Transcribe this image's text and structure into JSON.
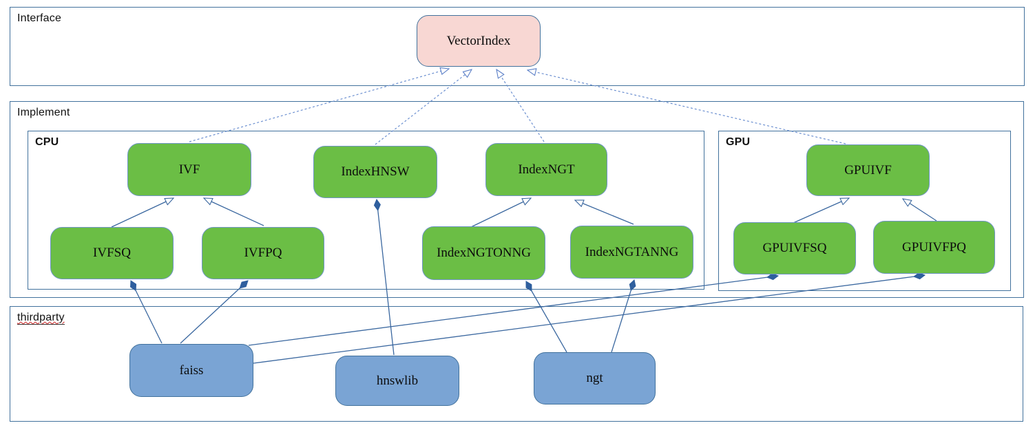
{
  "containers": [
    {
      "id": "interface",
      "label": "Interface"
    },
    {
      "id": "implement",
      "label": "Implement"
    },
    {
      "id": "cpu",
      "label": "CPU"
    },
    {
      "id": "gpu",
      "label": "GPU"
    },
    {
      "id": "thirdparty",
      "label": "thirdparty"
    }
  ],
  "nodes": [
    {
      "id": "vectorindex",
      "label": "VectorIndex",
      "kind": "interface",
      "container": "Interface"
    },
    {
      "id": "ivf",
      "label": "IVF",
      "kind": "implementation",
      "container": "CPU"
    },
    {
      "id": "indexhnsw",
      "label": "IndexHNSW",
      "kind": "implementation",
      "container": "CPU"
    },
    {
      "id": "indexngt",
      "label": "IndexNGT",
      "kind": "implementation",
      "container": "CPU"
    },
    {
      "id": "gpuivf",
      "label": "GPUIVF",
      "kind": "implementation",
      "container": "GPU"
    },
    {
      "id": "ivfsq",
      "label": "IVFSQ",
      "kind": "implementation",
      "container": "CPU"
    },
    {
      "id": "ivfpq",
      "label": "IVFPQ",
      "kind": "implementation",
      "container": "CPU"
    },
    {
      "id": "indexngtonng",
      "label": "IndexNGTONNG",
      "kind": "implementation",
      "container": "CPU"
    },
    {
      "id": "indexngtanng",
      "label": "IndexNGTANNG",
      "kind": "implementation",
      "container": "CPU"
    },
    {
      "id": "gpuivfsq",
      "label": "GPUIVFSQ",
      "kind": "implementation",
      "container": "GPU"
    },
    {
      "id": "gpuivfpq",
      "label": "GPUIVFPQ",
      "kind": "implementation",
      "container": "GPU"
    },
    {
      "id": "faiss",
      "label": "faiss",
      "kind": "library",
      "container": "thirdparty"
    },
    {
      "id": "hnswlib",
      "label": "hnswlib",
      "kind": "library",
      "container": "thirdparty"
    },
    {
      "id": "ngt",
      "label": "ngt",
      "kind": "library",
      "container": "thirdparty"
    }
  ],
  "edges": [
    {
      "from": "IVF",
      "to": "VectorIndex",
      "relation": "realization",
      "style": "dashed, hollow triangle arrowhead"
    },
    {
      "from": "IndexHNSW",
      "to": "VectorIndex",
      "relation": "realization",
      "style": "dashed, hollow triangle arrowhead"
    },
    {
      "from": "IndexNGT",
      "to": "VectorIndex",
      "relation": "realization",
      "style": "dashed, hollow triangle arrowhead"
    },
    {
      "from": "GPUIVF",
      "to": "VectorIndex",
      "relation": "realization",
      "style": "dashed, hollow triangle arrowhead"
    },
    {
      "from": "IVFSQ",
      "to": "IVF",
      "relation": "generalization",
      "style": "solid, hollow triangle arrowhead"
    },
    {
      "from": "IVFPQ",
      "to": "IVF",
      "relation": "generalization",
      "style": "solid, hollow triangle arrowhead"
    },
    {
      "from": "IndexNGTONNG",
      "to": "IndexNGT",
      "relation": "generalization",
      "style": "solid, hollow triangle arrowhead"
    },
    {
      "from": "IndexNGTANNG",
      "to": "IndexNGT",
      "relation": "generalization",
      "style": "solid, hollow triangle arrowhead"
    },
    {
      "from": "GPUIVFSQ",
      "to": "GPUIVF",
      "relation": "generalization",
      "style": "solid, hollow triangle arrowhead"
    },
    {
      "from": "GPUIVFPQ",
      "to": "GPUIVF",
      "relation": "generalization",
      "style": "solid, hollow triangle arrowhead"
    },
    {
      "from": "faiss",
      "to": "IVFSQ",
      "relation": "composition",
      "style": "solid, filled diamond at target"
    },
    {
      "from": "faiss",
      "to": "IVFPQ",
      "relation": "composition",
      "style": "solid, filled diamond at target"
    },
    {
      "from": "faiss",
      "to": "GPUIVFSQ",
      "relation": "composition",
      "style": "solid, filled diamond at target"
    },
    {
      "from": "faiss",
      "to": "GPUIVFPQ",
      "relation": "composition",
      "style": "solid, filled diamond at target"
    },
    {
      "from": "hnswlib",
      "to": "IndexHNSW",
      "relation": "composition",
      "style": "solid, filled diamond at target"
    },
    {
      "from": "ngt",
      "to": "IndexNGTONNG",
      "relation": "composition",
      "style": "solid, filled diamond at target"
    },
    {
      "from": "ngt",
      "to": "IndexNGTANNG",
      "relation": "composition",
      "style": "solid, filled diamond at target"
    }
  ],
  "colors": {
    "interface_fill": "#f8d7d3",
    "implementation_fill": "#6bbe45",
    "library_fill": "#7aa4d4",
    "container_border": "#41719c",
    "connector": "#3a679f",
    "connector_dashed": "#6b8fd0",
    "diamond_fill": "#2f5f9e",
    "spellcheck_underline": "#cc2222"
  }
}
